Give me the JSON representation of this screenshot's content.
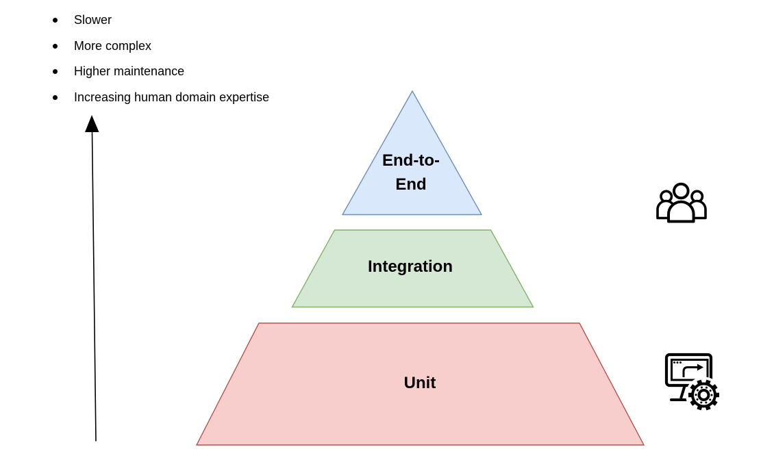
{
  "bullets": {
    "items": [
      "Slower",
      "More complex",
      "Higher maintenance",
      "Increasing human domain expertise"
    ]
  },
  "arrow": {
    "direction": "up"
  },
  "pyramid": {
    "levels": [
      {
        "id": "end-to-end",
        "label": "End-to-End",
        "fill": "#dae8fc",
        "stroke": "#6c8ebf"
      },
      {
        "id": "integration",
        "label": "Integration",
        "fill": "#d5e8d4",
        "stroke": "#82b366"
      },
      {
        "id": "unit",
        "label": "Unit",
        "fill": "#f8cecc",
        "stroke": "#b85450"
      }
    ]
  },
  "icons": {
    "top_right": "people-group-icon",
    "bottom_right": "computer-gear-icon"
  },
  "colors": {
    "line": "#000000",
    "background": "#ffffff"
  }
}
